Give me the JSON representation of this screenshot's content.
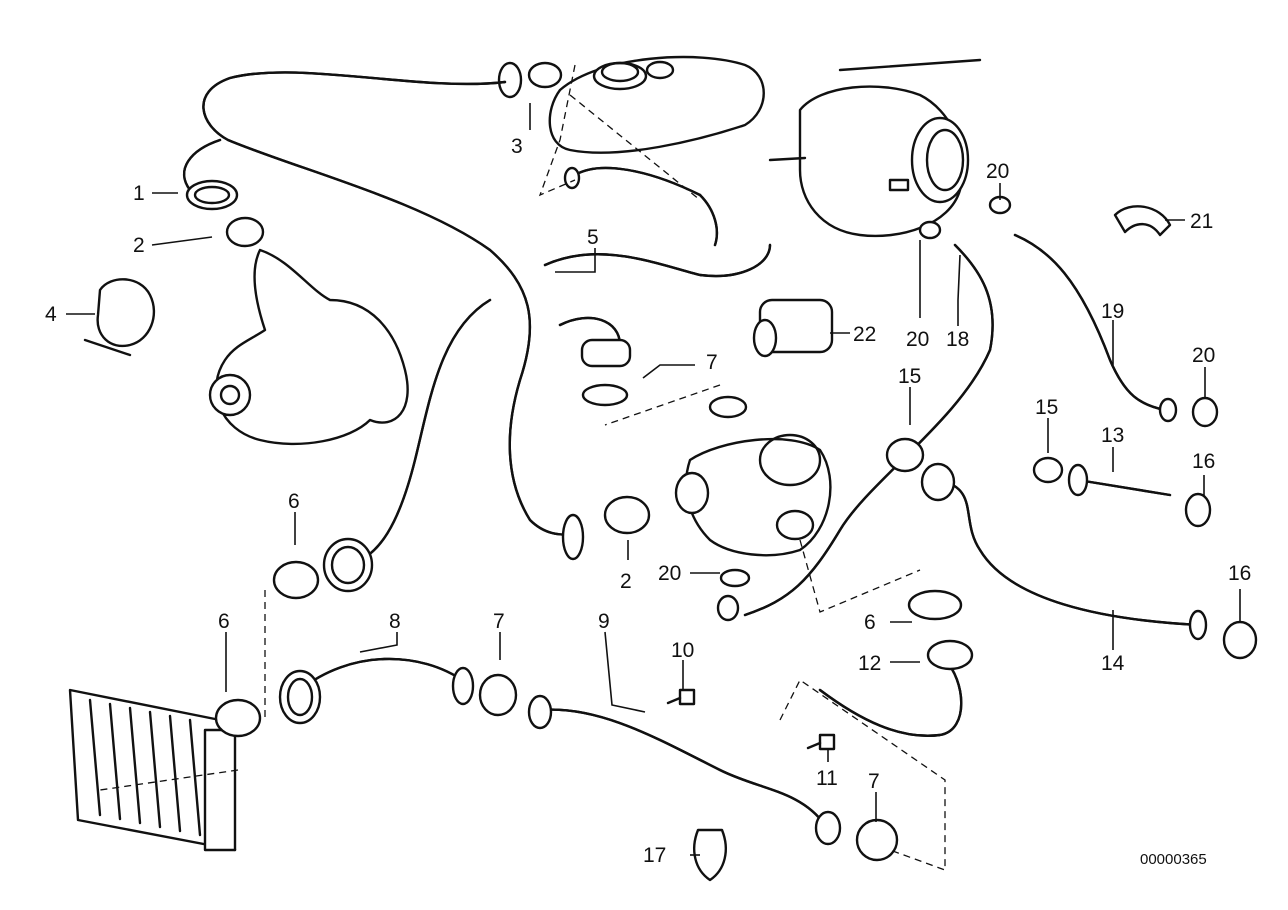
{
  "diagram": {
    "document_number": "00000365",
    "callouts": [
      {
        "id": "c1",
        "label": "1"
      },
      {
        "id": "c2a",
        "label": "2"
      },
      {
        "id": "c2b",
        "label": "2"
      },
      {
        "id": "c3",
        "label": "3"
      },
      {
        "id": "c4",
        "label": "4"
      },
      {
        "id": "c5",
        "label": "5"
      },
      {
        "id": "c6a",
        "label": "6"
      },
      {
        "id": "c6b",
        "label": "6"
      },
      {
        "id": "c6c",
        "label": "6"
      },
      {
        "id": "c7a",
        "label": "7"
      },
      {
        "id": "c7b",
        "label": "7"
      },
      {
        "id": "c7c",
        "label": "7"
      },
      {
        "id": "c8",
        "label": "8"
      },
      {
        "id": "c9",
        "label": "9"
      },
      {
        "id": "c10",
        "label": "10"
      },
      {
        "id": "c11",
        "label": "11"
      },
      {
        "id": "c12",
        "label": "12"
      },
      {
        "id": "c13",
        "label": "13"
      },
      {
        "id": "c14",
        "label": "14"
      },
      {
        "id": "c15a",
        "label": "15"
      },
      {
        "id": "c15b",
        "label": "15"
      },
      {
        "id": "c16a",
        "label": "16"
      },
      {
        "id": "c16b",
        "label": "16"
      },
      {
        "id": "c17",
        "label": "17"
      },
      {
        "id": "c18",
        "label": "18"
      },
      {
        "id": "c19",
        "label": "19"
      },
      {
        "id": "c20a",
        "label": "20"
      },
      {
        "id": "c20b",
        "label": "20"
      },
      {
        "id": "c20c",
        "label": "20"
      },
      {
        "id": "c20d",
        "label": "20"
      },
      {
        "id": "c21",
        "label": "21"
      },
      {
        "id": "c22",
        "label": "22"
      }
    ]
  }
}
